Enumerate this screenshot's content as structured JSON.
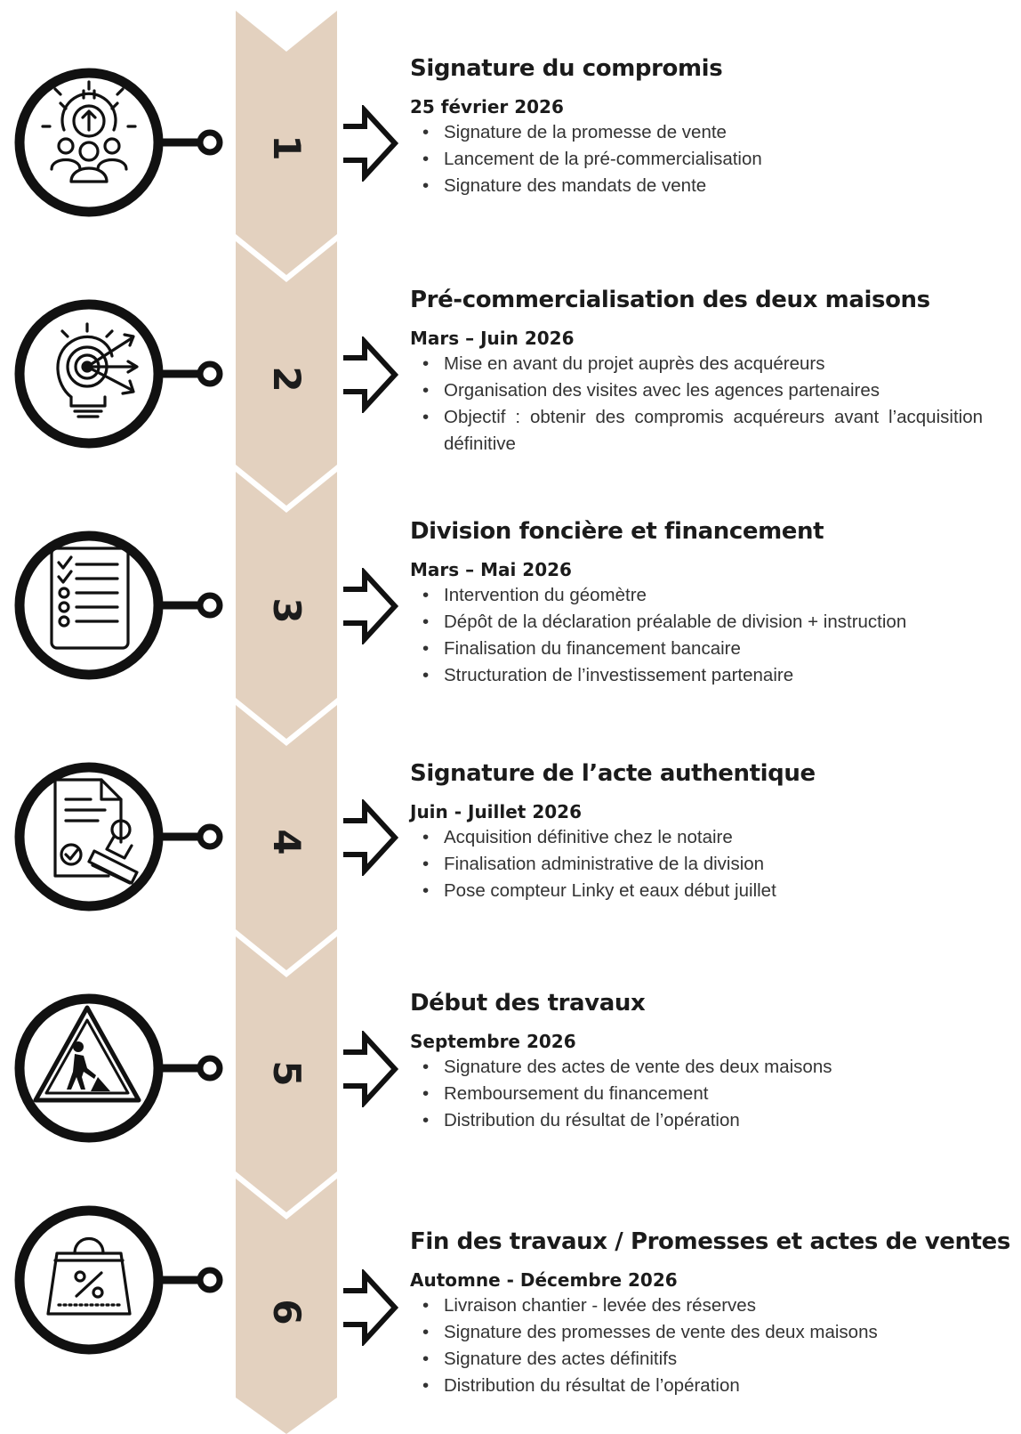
{
  "colors": {
    "band": "#e3d1bf",
    "ink": "#111111",
    "text": "#333333"
  },
  "steps": [
    {
      "number": "1",
      "icon": "team-goal-gear-icon",
      "title": "Signature du compromis",
      "date": "25 février 2026",
      "items": [
        "Signature de la promesse de vente",
        "Lancement de la pré-commercialisation",
        "Signature des mandats de vente"
      ]
    },
    {
      "number": "2",
      "icon": "target-lightbulb-icon",
      "title": "Pré-commercialisation des deux maisons",
      "date": "Mars – Juin 2026",
      "items": [
        "Mise en avant du projet auprès des acquéreurs",
        "Organisation des visites avec les agences partenaires",
        "Objectif : obtenir des compromis acquéreurs avant l’acquisition définitive"
      ]
    },
    {
      "number": "3",
      "icon": "checklist-icon",
      "title": "Division foncière et financement",
      "date": "Mars – Mai 2026",
      "items": [
        "Intervention du géomètre",
        "Dépôt de la déclaration préalable de division + instruction",
        "Finalisation du financement bancaire",
        "Structuration de l’investissement partenaire"
      ]
    },
    {
      "number": "4",
      "icon": "stamped-document-icon",
      "title": "Signature de l’acte authentique",
      "date": "Juin - Juillet 2026",
      "items": [
        "Acquisition définitive chez le notaire",
        "Finalisation administrative de la division",
        "Pose compteur Linky et eaux début juillet"
      ]
    },
    {
      "number": "5",
      "icon": "road-works-sign-icon",
      "title": "Début des travaux",
      "date": "Septembre 2026",
      "items": [
        "Signature des actes de vente des deux maisons",
        "Remboursement du financement",
        "Distribution du résultat de l’opération"
      ]
    },
    {
      "number": "6",
      "icon": "shopping-bag-percent-icon",
      "title": "Fin des travaux / Promesses et actes de ventes",
      "date": "Automne - Décembre 2026",
      "items": [
        "Livraison chantier - levée des réserves",
        "Signature des promesses de vente des deux maisons",
        "Signature des actes définitifs",
        "Distribution du résultat de l’opération"
      ]
    }
  ]
}
